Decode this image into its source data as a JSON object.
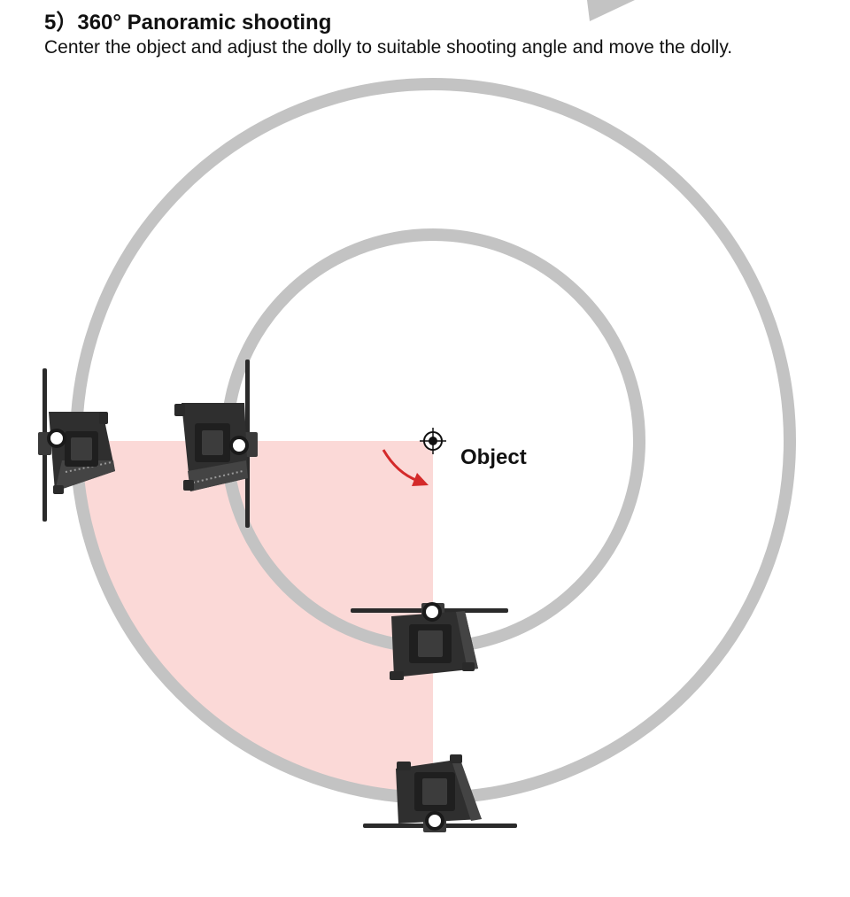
{
  "header": {
    "title": "5）360° Panoramic shooting",
    "description": "Center the object and adjust the dolly to suitable shooting angle and move the dolly."
  },
  "diagram": {
    "object_label": "Object",
    "dolly_count": 4,
    "colors": {
      "track": "#c3c3c3",
      "sector": "#fbd9d7",
      "arrow": "#d42a2a",
      "dolly": "#2f2f2f"
    }
  }
}
